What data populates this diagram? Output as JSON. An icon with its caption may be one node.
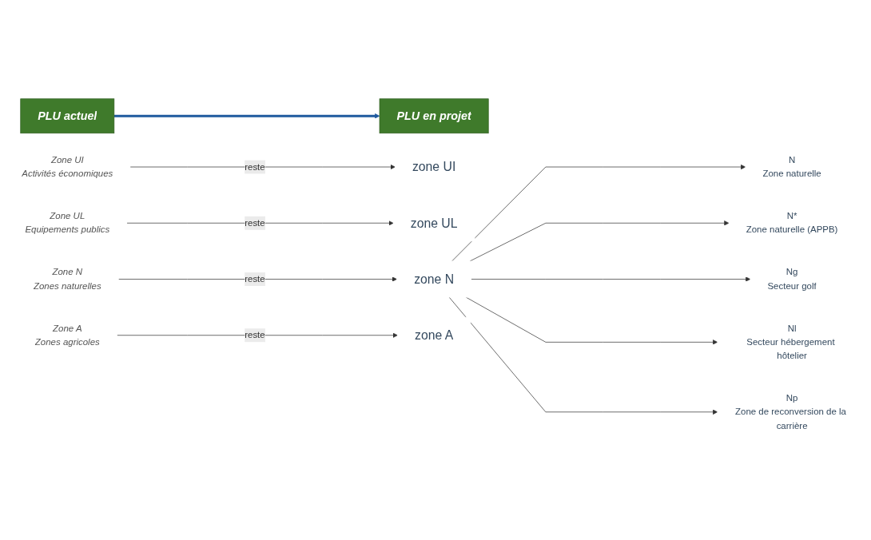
{
  "diagram": {
    "nodes": [
      {
        "text": [
          "PLU actuel"
        ]
      },
      {
        "text": [
          "PLU en projet"
        ]
      },
      {
        "text": [
          "Zone UI",
          "Activités économiques"
        ]
      },
      {
        "text": [
          "zone UI"
        ]
      },
      {
        "text": [
          "Zone UL",
          "Equipements publics"
        ]
      },
      {
        "text": [
          "zone UL"
        ]
      },
      {
        "text": [
          "Zone N",
          "Zones naturelles"
        ]
      },
      {
        "text": [
          "zone N"
        ]
      },
      {
        "text": [
          "N",
          "Zone naturelle"
        ]
      },
      {
        "text": [
          "N*",
          "Zone naturelle (APPB)"
        ]
      },
      {
        "text": [
          "Ng",
          "Secteur golf"
        ]
      },
      {
        "text": [
          "Nl",
          "Secteur hébergement hôtelier"
        ]
      },
      {
        "text": [
          "Np",
          "Zone de reconversion de la carrière"
        ]
      },
      {
        "text": [
          "Zone A",
          "Zones agricoles"
        ]
      },
      {
        "text": [
          "zone A"
        ]
      }
    ],
    "edges": [
      {
        "from": 0,
        "to": 1,
        "arrow": "to",
        "style": "thick",
        "color": "#1f5a9e"
      },
      {
        "from": 2,
        "to": 3,
        "label": "reste",
        "arrow": "to"
      },
      {
        "from": 4,
        "to": 5,
        "label": "reste",
        "arrow": "to"
      },
      {
        "from": 6,
        "to": 7,
        "label": "reste",
        "arrow": "to"
      },
      {
        "from": 7,
        "to": 8,
        "arrow": "to"
      },
      {
        "from": 7,
        "to": 9,
        "arrow": "to"
      },
      {
        "from": 7,
        "to": 10,
        "arrow": "to"
      },
      {
        "from": 7,
        "to": 11,
        "arrow": "to"
      },
      {
        "from": 7,
        "to": 12,
        "arrow": "to"
      },
      {
        "from": 13,
        "to": 14,
        "label": "reste",
        "arrow": "to"
      }
    ]
  }
}
